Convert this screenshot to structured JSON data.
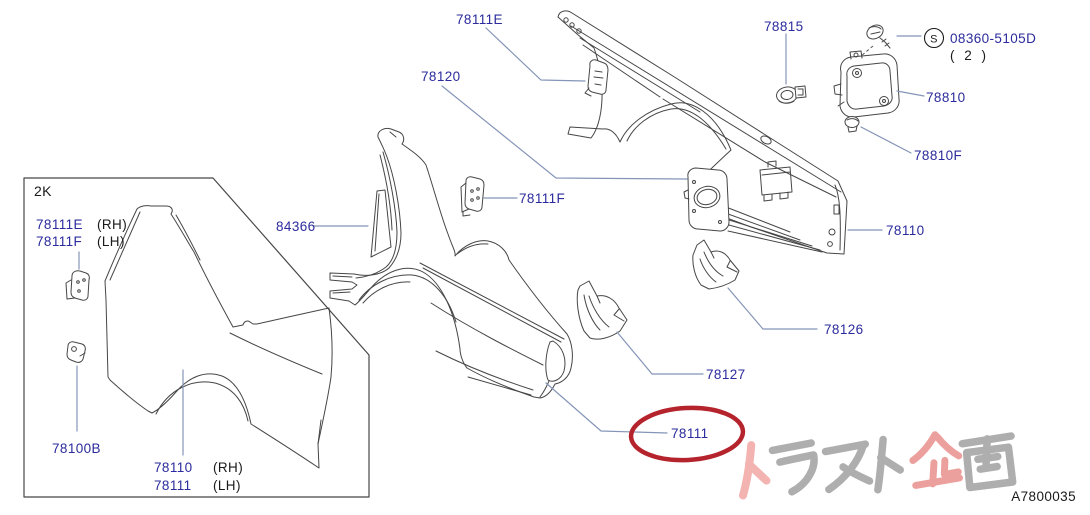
{
  "page": {
    "drawing_code": "A7800035",
    "watermark": "トラスト企画"
  },
  "colors": {
    "part_label": "#2b2b9d",
    "plain_text": "#1a1a1a",
    "leader_line": "#8595b8",
    "outline": "#464646",
    "highlight_ellipse": "#b5232d",
    "watermark_pink": "#f2afac",
    "watermark_red": "#eb9b98",
    "watermark_gray": "#a7a7a7"
  },
  "main_labels": {
    "sticker_rh": "78111E",
    "inner_panel": "78120",
    "reinforcement": "84366",
    "sticker_lh": "78111F",
    "clamp": "78815",
    "screw_symbol": "S",
    "screw_code": "08360-5105D",
    "screw_qty": "( 2 )",
    "fuel_lid": "78810",
    "grommet": "78810F",
    "quarter_rh": "78110",
    "corner_upper": "78126",
    "corner_lower": "78127",
    "quarter_lh_highlighted": "78111"
  },
  "inset": {
    "tag": "2K",
    "rows": [
      {
        "num": "78111E",
        "side": "(RH)"
      },
      {
        "num": "78111F",
        "side": "(LH)"
      }
    ],
    "clip_label": "78100B",
    "panel_rows": [
      {
        "num": "78110",
        "side": "(RH)"
      },
      {
        "num": "78111",
        "side": "(LH)"
      }
    ]
  }
}
